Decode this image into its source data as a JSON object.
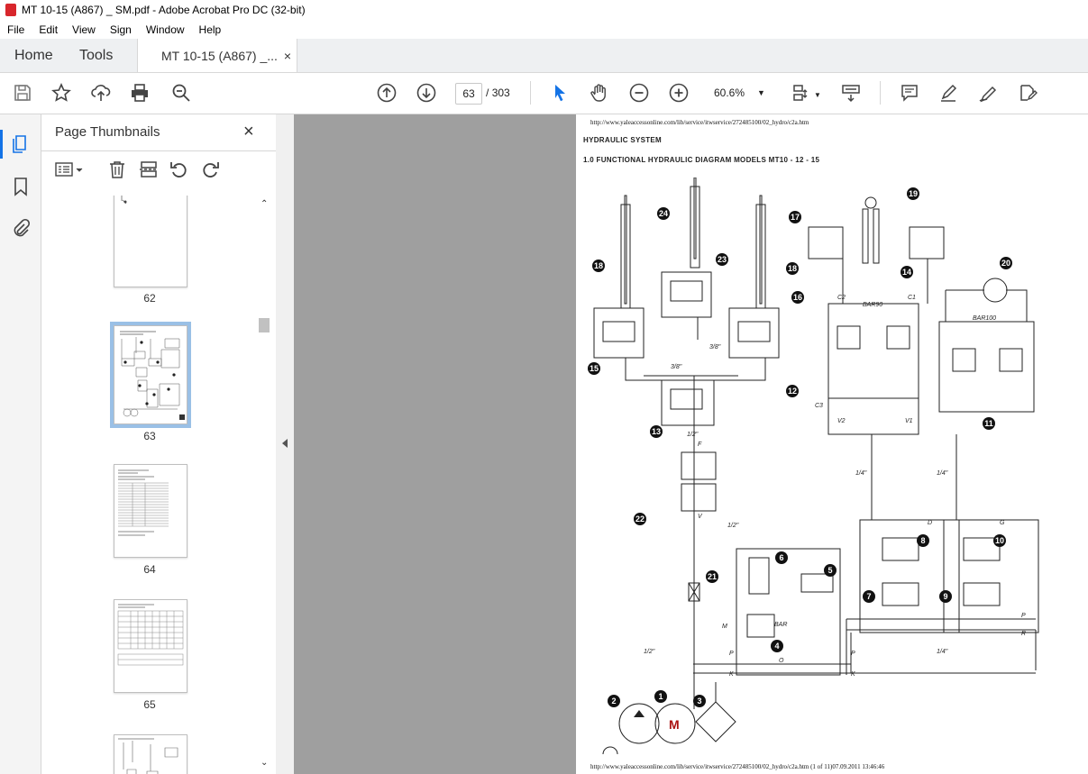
{
  "window": {
    "title": "MT 10-15 (A867) _ SM.pdf - Adobe Acrobat Pro DC (32-bit)"
  },
  "menu": [
    "File",
    "Edit",
    "View",
    "Sign",
    "Window",
    "Help"
  ],
  "tabs": {
    "home": "Home",
    "tools": "Tools",
    "document": "MT 10-15 (A867) _...",
    "close": "×"
  },
  "toolbar": {
    "current_page": "63",
    "separator": "/",
    "total_pages": "303",
    "zoom": "60.6%"
  },
  "thumbnails": {
    "title": "Page Thumbnails",
    "close": "×",
    "pages": [
      {
        "label": "62"
      },
      {
        "label": "63",
        "selected": true
      },
      {
        "label": "64"
      },
      {
        "label": "65"
      }
    ]
  },
  "document": {
    "url_top": "http://www.yaleaccessonline.com/lib/service/itwservice/272485100/02_hydro/c2a.htm",
    "heading1": "HYDRAULIC SYSTEM",
    "heading2": "1.0 FUNCTIONAL HYDRAULIC DIAGRAM MODELS MT10 - 12 - 15",
    "url_bottom": "http://www.yaleaccessonline.com/lib/service/itwservice/272485100/02_hydro/c2a.htm (1 of 11)07.09.2011 13:46:46",
    "callouts": [
      "1",
      "2",
      "3",
      "4",
      "5",
      "6",
      "7",
      "8",
      "9",
      "10",
      "11",
      "12",
      "13",
      "14",
      "15",
      "16",
      "17",
      "18",
      "19",
      "20",
      "21",
      "22",
      "23",
      "24"
    ],
    "labels": {
      "c2": "C2",
      "c1": "C1",
      "bar90": "BAR90",
      "bar100": "BAR100",
      "v2": "V2",
      "v1": "V1",
      "c3": "C3",
      "d": "D",
      "g": "G",
      "f": "F",
      "v": "V",
      "p": "P",
      "r": "R",
      "k": "K",
      "m": "M",
      "bar": "BAR",
      "o": "O",
      "three_eighths": "3/8\"",
      "half": "1/2\"",
      "quarter": "1/4\"",
      "m_symbol": "M"
    }
  }
}
